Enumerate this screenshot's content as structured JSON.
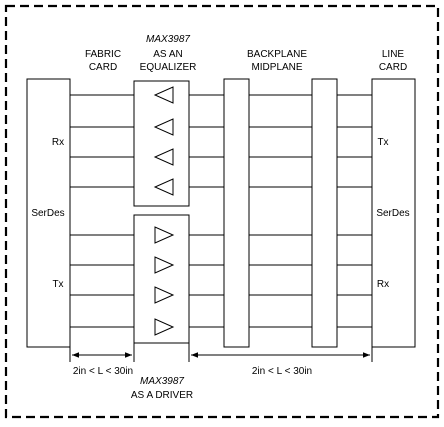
{
  "labels": {
    "fabric_card": [
      "FABRIC",
      "CARD"
    ],
    "equalizer": [
      "MAX3987",
      "AS AN",
      "EQUALIZER"
    ],
    "backplane": [
      "BACKPLANE",
      "MIDPLANE"
    ],
    "line_card": [
      "LINE",
      "CARD"
    ],
    "driver": [
      "MAX3987",
      "AS A DRIVER"
    ],
    "left_rx": "Rx",
    "left_serdes": "SerDes",
    "left_tx": "Tx",
    "right_tx": "Tx",
    "right_serdes": "SerDes",
    "right_rx": "Rx",
    "left_length": "2in < L < 30in",
    "right_length": "2in < L < 30in"
  },
  "colors": {
    "stroke": "#000000",
    "background": "#ffffff"
  }
}
